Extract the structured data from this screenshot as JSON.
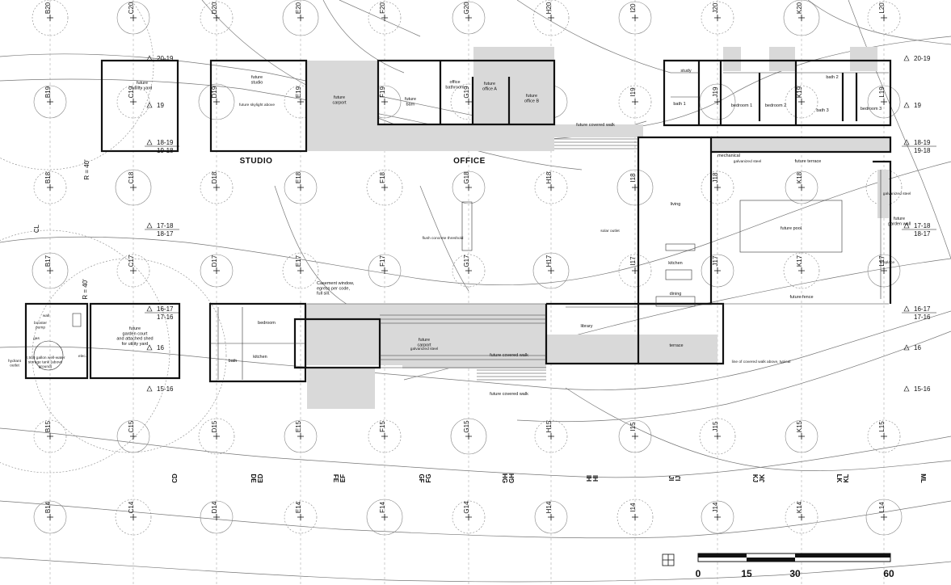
{
  "plan": {
    "labels": {
      "studio": "STUDIO",
      "office": "OFFICE",
      "radius_top": "R = 40'",
      "radius_bottom": "R = 40'",
      "centerline": "CL"
    },
    "column_letters": [
      "B",
      "C",
      "D",
      "E",
      "F",
      "G",
      "H",
      "I",
      "J",
      "K",
      "L"
    ],
    "row_numbers": [
      "20",
      "19",
      "18",
      "17",
      "15",
      "14"
    ],
    "rotated_bottom_labels": [
      "CD",
      "DE",
      "ED",
      "FE",
      "EF",
      "GF",
      "FG",
      "HG",
      "GH",
      "IH",
      "HI",
      "JI",
      "IJ",
      "KJ",
      "JK",
      "LK",
      "KL",
      "ML"
    ],
    "row_bands_left": [
      {
        "top": "20-19",
        "bottom": ""
      },
      {
        "top": "19",
        "bottom": ""
      },
      {
        "top": "18-19",
        "bottom": "19-18"
      },
      {
        "top": "17-18",
        "bottom": "18-17"
      },
      {
        "top": "16-17",
        "bottom": "17-16"
      },
      {
        "top": "16",
        "bottom": ""
      },
      {
        "top": "15-16",
        "bottom": ""
      }
    ],
    "row_bands_right": [
      {
        "top": "20-19",
        "bottom": ""
      },
      {
        "top": "19",
        "bottom": ""
      },
      {
        "top": "18-19",
        "bottom": "19-18"
      },
      {
        "top": "17-18",
        "bottom": "18-17"
      },
      {
        "top": "16-17",
        "bottom": "17-16"
      },
      {
        "top": "16",
        "bottom": ""
      },
      {
        "top": "15-16",
        "bottom": ""
      }
    ],
    "rooms": {
      "future_utility_yard": "future\nutility yard",
      "future_studio": "future\nstudio",
      "future_skylight": "future skylight above",
      "future_carport": "future\ncarport",
      "future_barn": "future\nbarn",
      "office_bathroom": "office\nbathroom",
      "future_office_a": "future\noffice A",
      "future_office_b": "future\noffice B",
      "study": "study",
      "bath_1": "bath 1",
      "bath_2": "bath 2",
      "bath_3": "bath 3",
      "bedroom_1": "bedroom 1",
      "bedroom_2": "bedroom 2",
      "bedroom_3": "bedroom 3",
      "mechanical": "mechanical",
      "galvanized_steel": "galvanized steel",
      "future_terrace": "future terrace",
      "future_covered_walk_top": "future covered walk",
      "living": "living",
      "kitchen": "kitchen",
      "dining": "dining",
      "future_pool": "future pool",
      "future_fence": "future fence",
      "future_garden_wall": "future\ngarden wall",
      "galvanized_steel_right": "galvanized steel",
      "fireplace": "fireplace",
      "library": "library",
      "terrace": "terrace",
      "future_covered_walk_mid": "future covered walk",
      "future_covered_walk_bottom": "future covered walk",
      "future_carport_2": "future\ncarport",
      "galvanized_steel_2": "galvanized steel",
      "casement_window": "Casement window,\negress per code,\nfull sill.",
      "bedroom_small": "bedroom",
      "kitchen_small": "kitchen",
      "bath_small": "bath",
      "wall_label": "wall",
      "booster_pump": "booster\npump",
      "gas": "gas",
      "tank": "2,500 gallon well-water\nstorage tank (above\nground)",
      "hydrant_outlet": "hydrant\noutlet",
      "elec": "elec.",
      "future_garden_court": "future\ngarden court\nand attached shed\nfor utility yard",
      "flush_concrete": "flush concrete threshold",
      "solar_outlet": "solar outlet",
      "line_of_covered_walk": "line of covered walk above, typical"
    },
    "scale_bar": {
      "ticks": [
        "0",
        "15",
        "30",
        "60"
      ]
    },
    "line_color": "#222222",
    "fill_gray": "#d9d9d9"
  }
}
